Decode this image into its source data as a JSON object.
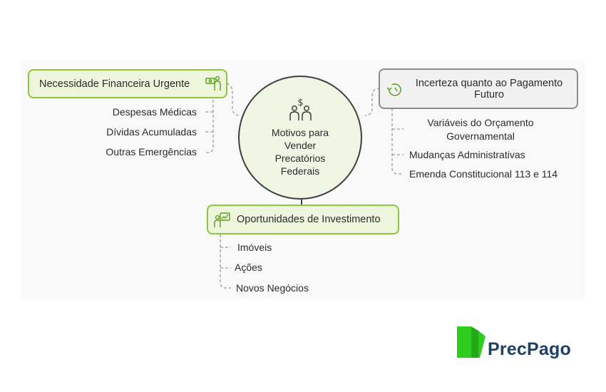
{
  "center": {
    "title": "Motivos para Vender Precatórios Federais"
  },
  "branches": {
    "financial": {
      "title": "Necessidade Financeira Urgente",
      "icon": "money-hand-icon",
      "items": [
        "Despesas Médicas",
        "Dívidas Acumuladas",
        "Outras Emergências"
      ]
    },
    "uncertainty": {
      "title": "Incerteza quanto ao Pagamento Futuro",
      "icon": "clock-arrow-icon",
      "items": [
        "Variáveis do Orçamento Governamental",
        "Mudanças Administrativas",
        "Emenda Constitucional 113 e 114"
      ]
    },
    "investment": {
      "title": "Oportunidades de Investimento",
      "icon": "investor-chart-icon",
      "items": [
        "Imóveis",
        "Ações",
        "Novos Negócios"
      ]
    }
  },
  "brand": {
    "name": "PrecPago",
    "color": "#1e3f66",
    "accent": "#2ecc1f"
  },
  "colors": {
    "green_border": "#8cc63f",
    "gray_border": "#8c8c8c",
    "center_fill": "#f0f6e4"
  }
}
